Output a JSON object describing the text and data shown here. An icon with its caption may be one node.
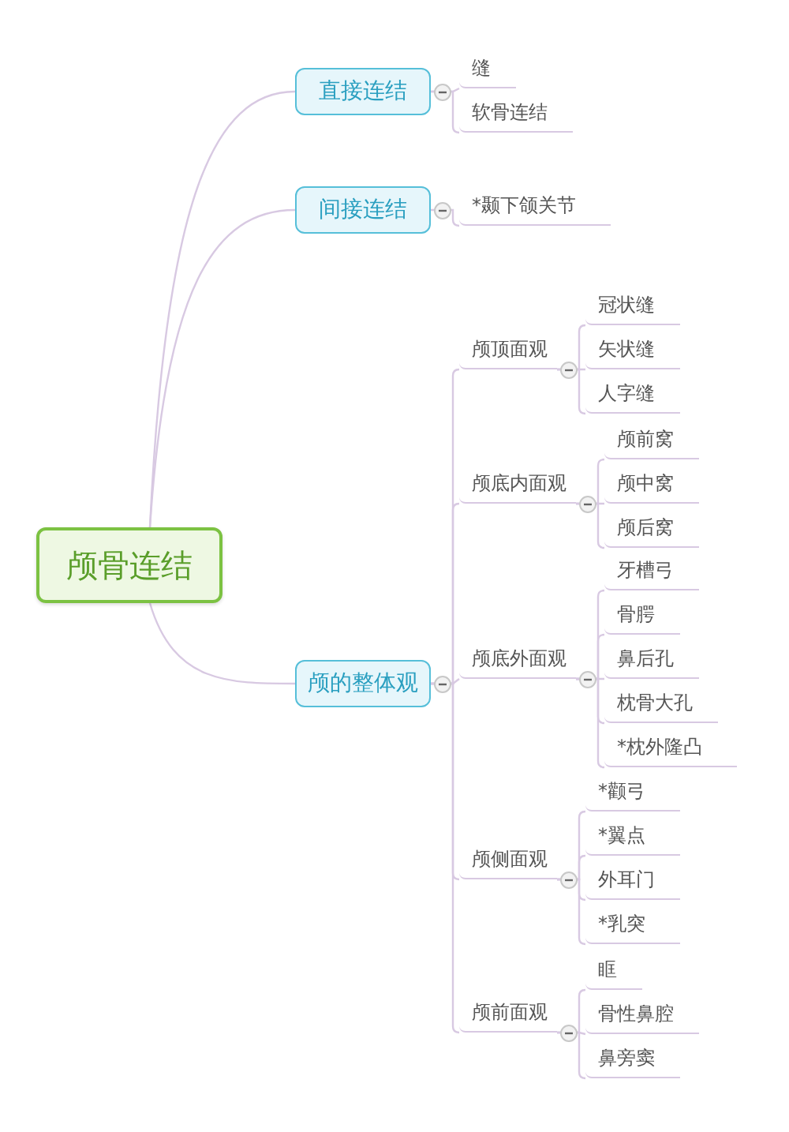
{
  "diagram": {
    "nodes": [
      {
        "text": [
          "颅骨连结"
        ]
      },
      {
        "text": [
          "直接连结"
        ]
      },
      {
        "text": [
          "缝"
        ]
      },
      {
        "text": [
          "软骨连结"
        ]
      },
      {
        "text": [
          "间接连结"
        ]
      },
      {
        "text": [
          "*颞下颌关节"
        ]
      },
      {
        "text": [
          "颅的整体观"
        ]
      },
      {
        "text": [
          "颅顶面观"
        ]
      },
      {
        "text": [
          "冠状缝"
        ]
      },
      {
        "text": [
          "矢状缝"
        ]
      },
      {
        "text": [
          "人字缝"
        ]
      },
      {
        "text": [
          "颅底内面观"
        ]
      },
      {
        "text": [
          "颅前窝"
        ]
      },
      {
        "text": [
          "颅中窝"
        ]
      },
      {
        "text": [
          "颅后窝"
        ]
      },
      {
        "text": [
          "颅底外面观"
        ]
      },
      {
        "text": [
          "牙槽弓"
        ]
      },
      {
        "text": [
          "骨腭"
        ]
      },
      {
        "text": [
          "鼻后孔"
        ]
      },
      {
        "text": [
          "枕骨大孔"
        ]
      },
      {
        "text": [
          "*枕外隆凸"
        ]
      },
      {
        "text": [
          "颅侧面观"
        ]
      },
      {
        "text": [
          "*颧弓"
        ]
      },
      {
        "text": [
          "*翼点"
        ]
      },
      {
        "text": [
          "外耳门"
        ]
      },
      {
        "text": [
          "*乳突"
        ]
      },
      {
        "text": [
          "颅前面观"
        ]
      },
      {
        "text": [
          "眶"
        ]
      },
      {
        "text": [
          "骨性鼻腔"
        ]
      },
      {
        "text": [
          "鼻旁窦"
        ]
      }
    ],
    "edges": [
      {
        "from": 0,
        "to": 1,
        "arrow": "none"
      },
      {
        "from": 1,
        "to": 2,
        "arrow": "none"
      },
      {
        "from": 1,
        "to": 3,
        "arrow": "none"
      },
      {
        "from": 0,
        "to": 4,
        "arrow": "none"
      },
      {
        "from": 4,
        "to": 5,
        "arrow": "none"
      },
      {
        "from": 0,
        "to": 6,
        "arrow": "none"
      },
      {
        "from": 6,
        "to": 7,
        "arrow": "none"
      },
      {
        "from": 7,
        "to": 8,
        "arrow": "none"
      },
      {
        "from": 7,
        "to": 9,
        "arrow": "none"
      },
      {
        "from": 7,
        "to": 10,
        "arrow": "none"
      },
      {
        "from": 6,
        "to": 11,
        "arrow": "none"
      },
      {
        "from": 11,
        "to": 12,
        "arrow": "none"
      },
      {
        "from": 11,
        "to": 13,
        "arrow": "none"
      },
      {
        "from": 11,
        "to": 14,
        "arrow": "none"
      },
      {
        "from": 6,
        "to": 15,
        "arrow": "none"
      },
      {
        "from": 15,
        "to": 16,
        "arrow": "none"
      },
      {
        "from": 15,
        "to": 17,
        "arrow": "none"
      },
      {
        "from": 15,
        "to": 18,
        "arrow": "none"
      },
      {
        "from": 15,
        "to": 19,
        "arrow": "none"
      },
      {
        "from": 15,
        "to": 20,
        "arrow": "none"
      },
      {
        "from": 6,
        "to": 21,
        "arrow": "none"
      },
      {
        "from": 21,
        "to": 22,
        "arrow": "none"
      },
      {
        "from": 21,
        "to": 23,
        "arrow": "none"
      },
      {
        "from": 21,
        "to": 24,
        "arrow": "none"
      },
      {
        "from": 21,
        "to": 25,
        "arrow": "none"
      },
      {
        "from": 6,
        "to": 26,
        "arrow": "none"
      },
      {
        "from": 26,
        "to": 27,
        "arrow": "none"
      },
      {
        "from": 26,
        "to": 28,
        "arrow": "none"
      },
      {
        "from": 26,
        "to": 29,
        "arrow": "none"
      }
    ]
  }
}
